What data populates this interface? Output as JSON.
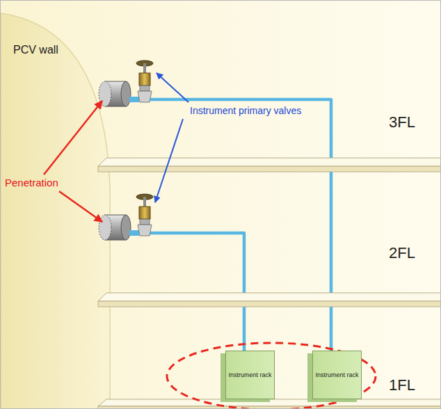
{
  "diagram": {
    "nodes": [
      {
        "text": [
          "Instrument rack"
        ]
      },
      {
        "text": [
          "Instrument rack"
        ]
      }
    ],
    "labels": [
      "PCV wall",
      "Instrument primary valves",
      "Penetration",
      "3FL",
      "2FL",
      "1FL"
    ]
  }
}
